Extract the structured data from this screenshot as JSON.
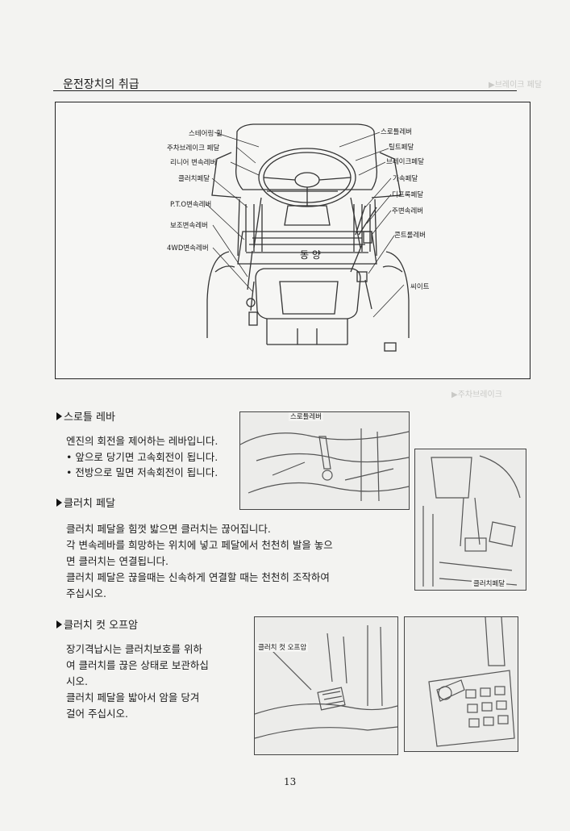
{
  "header": {
    "title": "운전장치의 취급"
  },
  "diagram": {
    "brand_text": "동  양",
    "labels_left": [
      "스테어링 휠",
      "주차브레이크 페달",
      "리니어 변속레버",
      "클러치페달",
      "P.T.O변속레버",
      "보조변속레버",
      "4WD변속레버"
    ],
    "labels_right": [
      "스로틀레버",
      "틸트페달",
      "브레이크페달",
      "가속페달",
      "디프록페달",
      "주변속레버",
      "콘트롤레버",
      "씨이트"
    ]
  },
  "sections": [
    {
      "heading": "스로틀 레바",
      "lines": [
        "엔진의 회전을 제어하는 레바입니다.",
        "• 앞으로 당기면 고속회전이 됩니다.",
        "• 전방으로 밀면 저속회전이 됩니다."
      ]
    },
    {
      "heading": "클러치 페달",
      "lines": [
        "클러치 페달을 힘껏 밟으면 클러치는 끊어집니다.",
        "각 변속레바를 희망하는 위치에 넣고 페달에서 천천히 발을 놓으",
        "면 클러치는 연결됩니다.",
        "클러치 페달은 끊을때는 신속하게 연결할 때는 천천히 조작하여",
        "주십시오."
      ]
    },
    {
      "heading": "클러치 컷 오프암",
      "lines": [
        "장기격납시는  클러치보호를  위하",
        "여 클러치를 끊은 상태로 보관하십",
        "시오.",
        "클러치 페달을 밟아서 암을 당겨",
        "걸어 주십시오."
      ]
    }
  ],
  "photos": {
    "throttle_label": "스로틀레버",
    "clutch_label": "클러치페달",
    "cutoff_label": "클러치 컷 오프암"
  },
  "page_number": "13"
}
